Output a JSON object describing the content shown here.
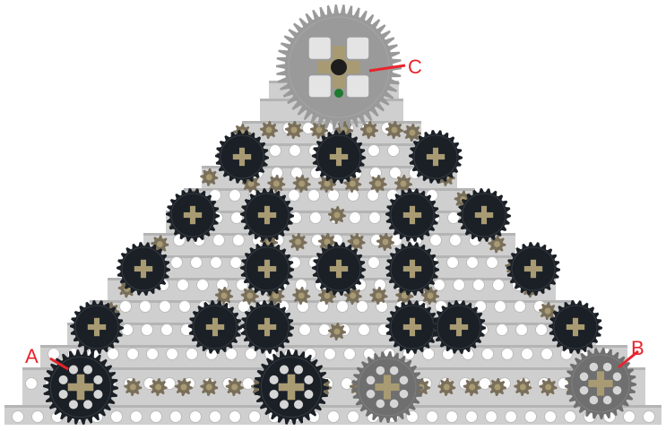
{
  "labels": {
    "a": "A",
    "b": "B",
    "c": "C"
  },
  "colors": {
    "background": "#ffffff",
    "brick": "#cfcfcf",
    "brick_shade": "#b4b4b4",
    "hole": "#ffffff",
    "gear_dark": "#1a2026",
    "gear_gray": "#6f6f6f",
    "gear_large_top": "#9a9a9a",
    "small_gear": "#7a6f5a",
    "axle_tan": "#a89a72",
    "label_red": "#e8242c",
    "pin_green": "#1e7a2e"
  }
}
